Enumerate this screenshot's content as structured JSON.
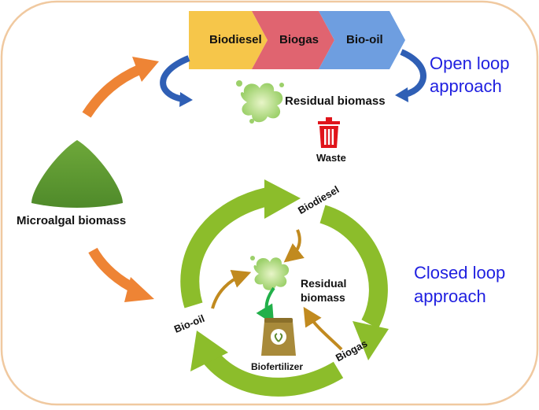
{
  "open_loop": {
    "chevrons": [
      "Biodiesel",
      "Biogas",
      "Bio-oil"
    ],
    "residual": "Residual biomass",
    "waste": "Waste",
    "title_line1": "Open loop",
    "title_line2": "approach"
  },
  "source": {
    "label": "Microalgal biomass"
  },
  "closed_loop": {
    "biodiesel": "Biodiesel",
    "biogas": "Biogas",
    "biooil": "Bio-oil",
    "residual_line1": "Residual",
    "residual_line2": "biomass",
    "fertilizer": "Biofertilizer",
    "title_line1": "Closed loop",
    "title_line2": "approach"
  },
  "colors": {
    "border": "#f0c9a0",
    "chevron_yellow": "#f6c64a",
    "chevron_red": "#e06470",
    "chevron_blue": "#6e9ee0",
    "orange_arrow": "#ee8435",
    "green_cycle": "#8cbd2b",
    "mound": "#5f9630",
    "brown_arrow": "#c18a1f",
    "blue_curve": "#2f5fb5",
    "waste_red": "#e0141a",
    "title_blue": "#1f1fe0"
  }
}
